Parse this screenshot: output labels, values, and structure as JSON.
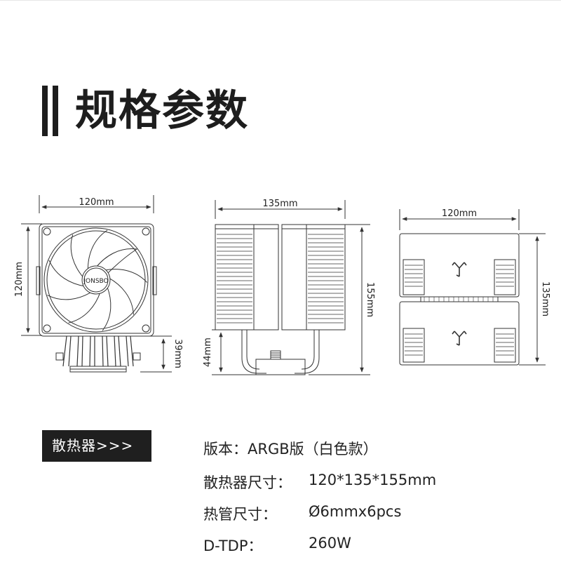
{
  "heading": {
    "title": "规格参数"
  },
  "dims": {
    "front_width": "120mm",
    "front_height": "120mm",
    "front_bottom": "39mm",
    "side_width": "135mm",
    "side_height": "155mm",
    "side_bottom": "44mm",
    "top_width": "120mm",
    "top_depth": "135mm"
  },
  "fan_logo_text": "JONSBO",
  "section": {
    "badge": "散热器>>>"
  },
  "specs": [
    {
      "key": "版本：",
      "value": "ARGB版（白色款）"
    },
    {
      "key": "散热器尺寸：",
      "value": "120*135*155mm"
    },
    {
      "key": "热管尺寸：",
      "value": "Ø6mmx6pcs"
    },
    {
      "key": "D-TDP：",
      "value": "260W"
    }
  ]
}
